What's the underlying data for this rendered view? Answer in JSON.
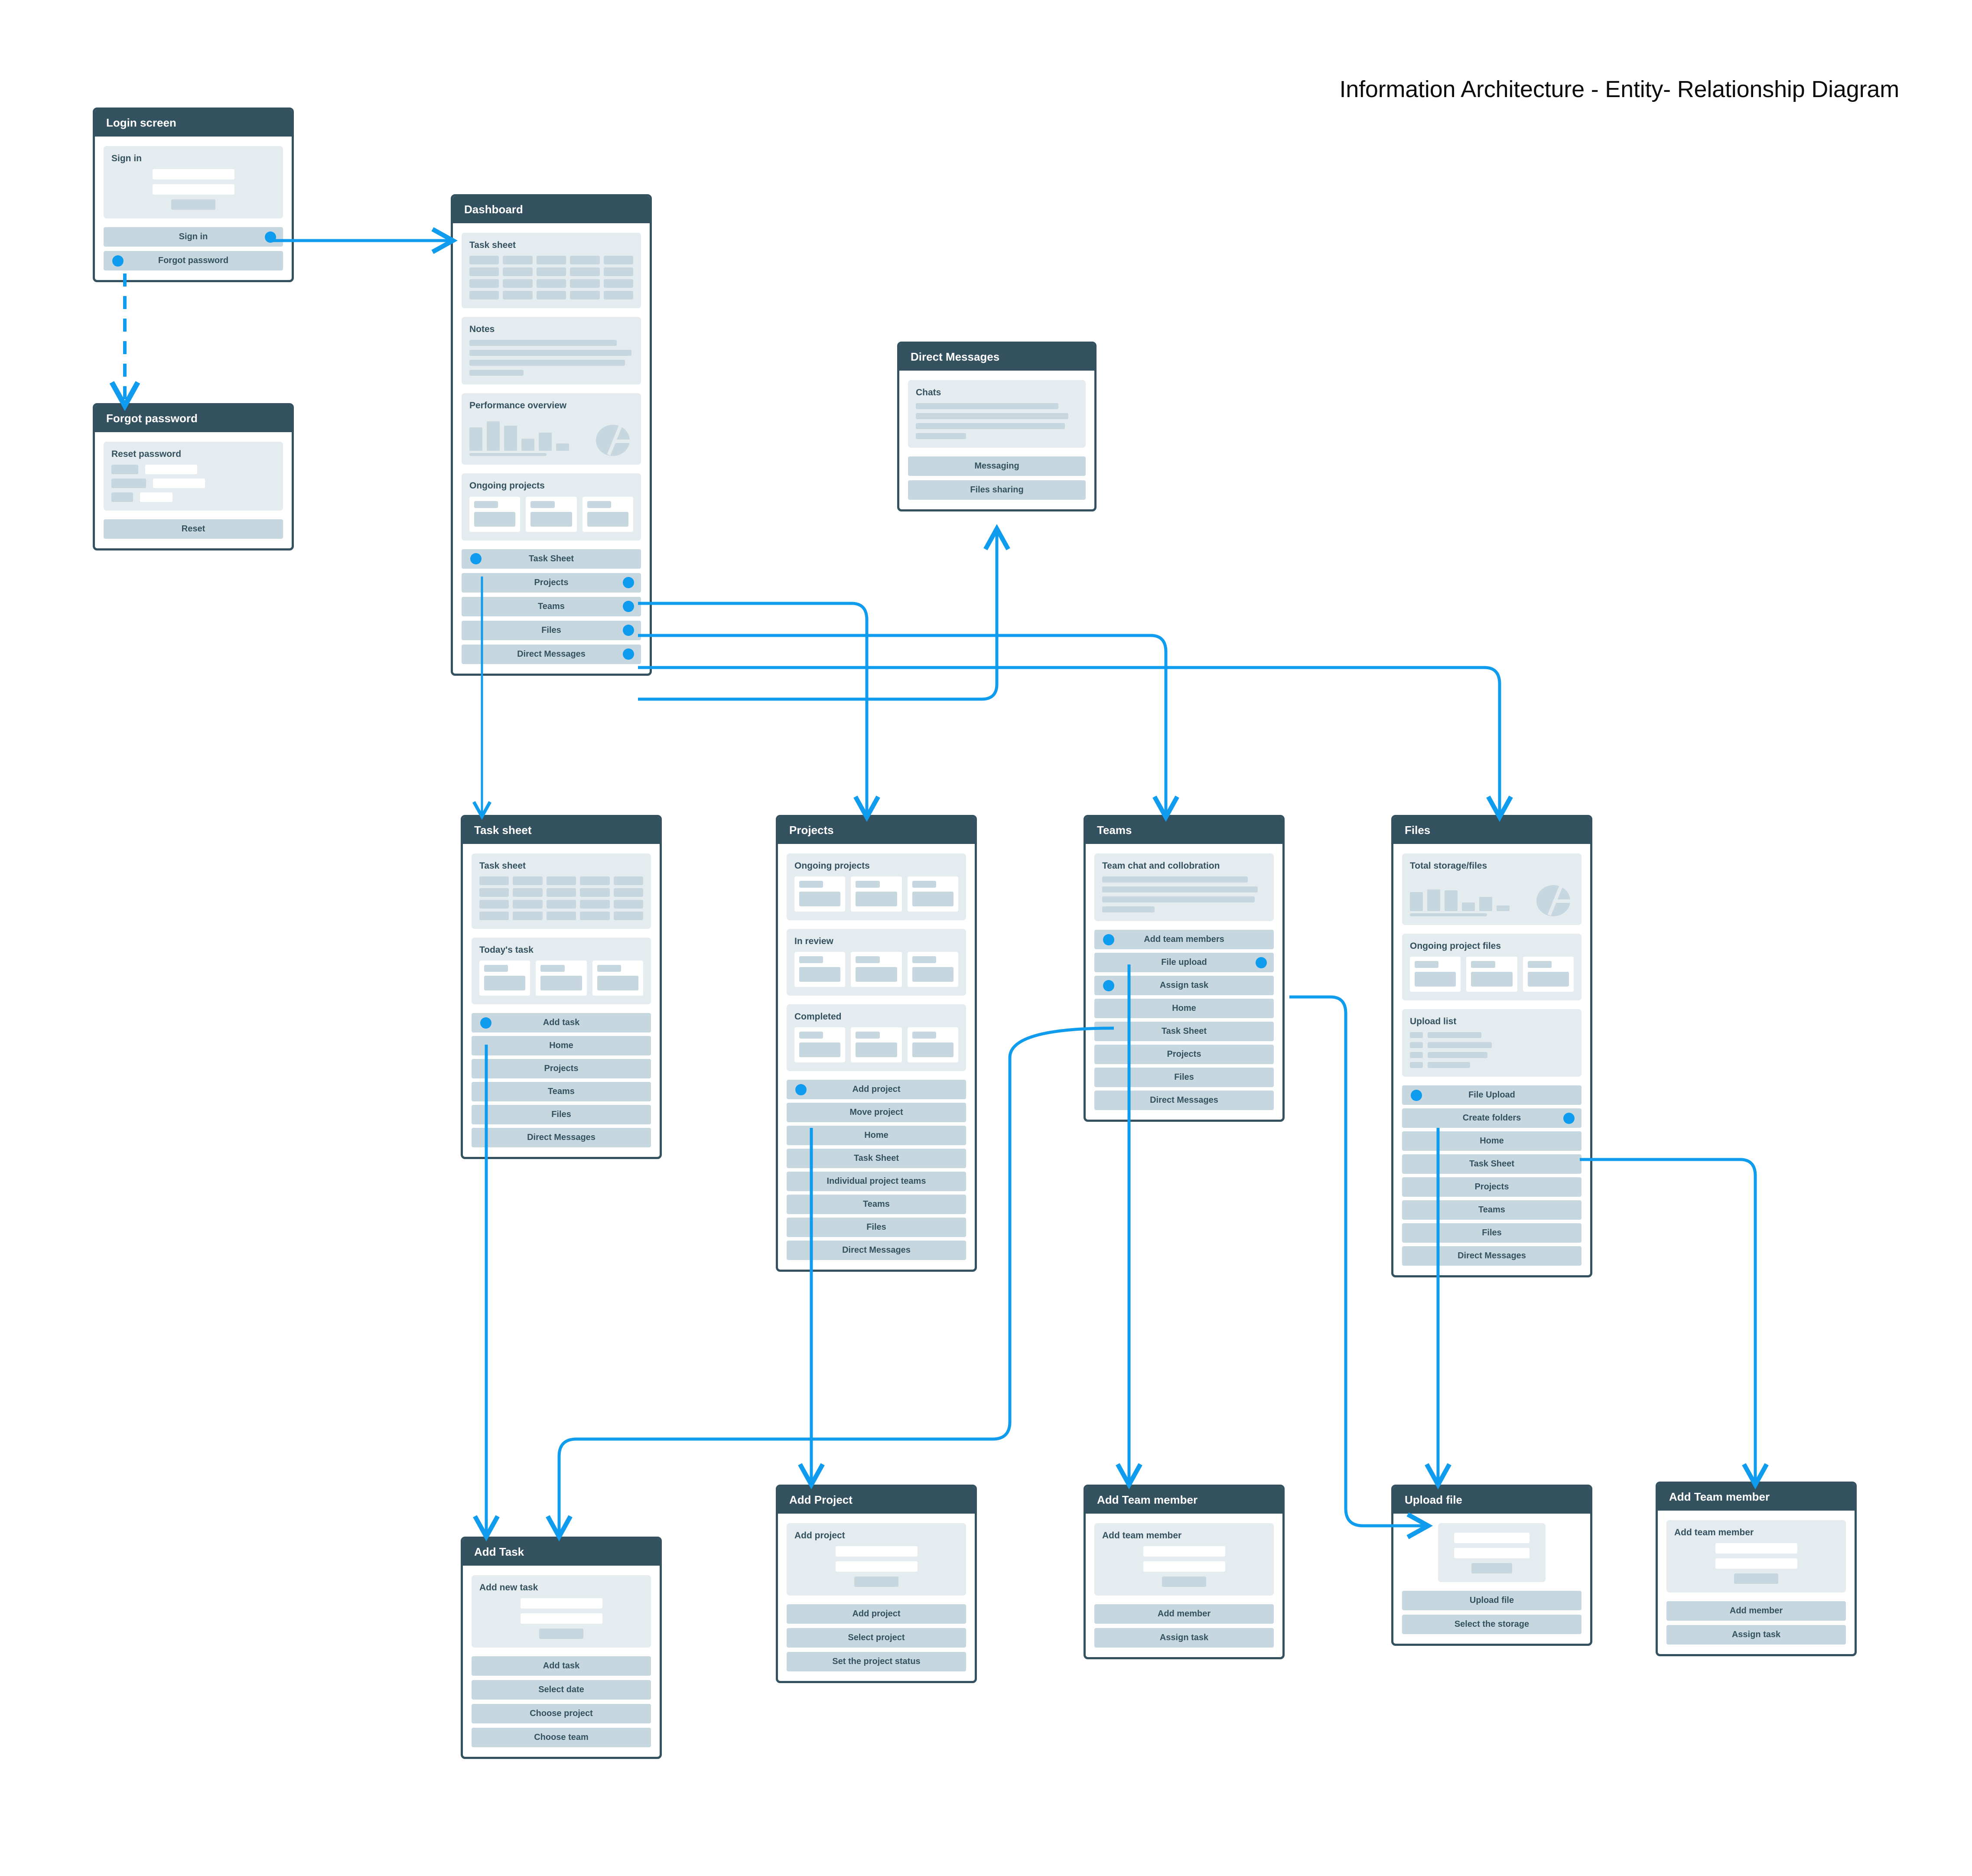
{
  "diagram": {
    "title": "Information Architecture - Entity- Relationship Diagram",
    "accent_color": "#0f9cee",
    "header_color": "#33515f",
    "button_color": "#c6d7e0",
    "panel_color": "#e5ecf0"
  },
  "cards": {
    "login": {
      "title": "Login screen",
      "panel_title": "Sign in",
      "buttons": [
        "Sign in",
        "Forgot password"
      ]
    },
    "forgot": {
      "title": "Forgot password",
      "panel_title": "Reset password",
      "buttons": [
        "Reset"
      ]
    },
    "dashboard": {
      "title": "Dashboard",
      "panels": [
        "Task sheet",
        "Notes",
        "Performance overview",
        "Ongoing projects"
      ],
      "buttons": [
        "Task Sheet",
        "Projects",
        "Teams",
        "Files",
        "Direct Messages"
      ]
    },
    "direct_messages": {
      "title": "Direct Messages",
      "panel_title": "Chats",
      "buttons": [
        "Messaging",
        "Files sharing"
      ]
    },
    "task_sheet": {
      "title": "Task sheet",
      "panels": [
        "Task sheet",
        "Today's task"
      ],
      "buttons": [
        "Add task",
        "Home",
        "Projects",
        "Teams",
        "Files",
        "Direct Messages"
      ]
    },
    "projects": {
      "title": "Projects",
      "panels": [
        "Ongoing projects",
        "In review",
        "Completed"
      ],
      "buttons": [
        "Add project",
        "Move project",
        "Home",
        "Task Sheet",
        "Individual project teams",
        "Teams",
        "Files",
        "Direct Messages"
      ]
    },
    "teams": {
      "title": "Teams",
      "panel_title": "Team chat and collobration",
      "buttons": [
        "Add team members",
        "File upload",
        "Assign task",
        "Home",
        "Task Sheet",
        "Projects",
        "Files",
        "Direct Messages"
      ]
    },
    "files": {
      "title": "Files",
      "panels": [
        "Total storage/files",
        "Ongoing project files",
        "Upload list"
      ],
      "buttons": [
        "File Upload",
        "Create folders",
        "Home",
        "Task Sheet",
        "Projects",
        "Teams",
        "Files",
        "Direct Messages"
      ]
    },
    "add_task": {
      "title": "Add Task",
      "panel_title": "Add new task",
      "buttons": [
        "Add task",
        "Select date",
        "Choose project",
        "Choose team"
      ]
    },
    "add_project": {
      "title": "Add Project",
      "panel_title": "Add project",
      "buttons": [
        "Add project",
        "Select project",
        "Set the project status"
      ]
    },
    "add_team_member_center": {
      "title": "Add Team member",
      "panel_title": "Add team member",
      "buttons": [
        "Add member",
        "Assign task"
      ]
    },
    "upload_file": {
      "title": "Upload file",
      "panel_title": "",
      "buttons": [
        "Upload file",
        "Select the storage"
      ]
    },
    "add_team_member_right": {
      "title": "Add Team member",
      "panel_title": "Add team member",
      "buttons": [
        "Add member",
        "Assign task"
      ]
    }
  }
}
